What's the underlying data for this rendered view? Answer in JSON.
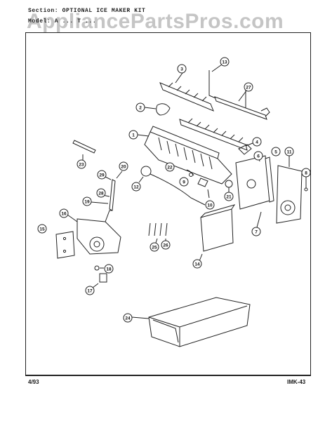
{
  "header": {
    "section_line": "Section:  OPTIONAL  ICE  MAKER  KIT",
    "model_line": "Model:  A  ...  T  ...",
    "watermark": "AppliancePartsPros.com"
  },
  "footer": {
    "date": "4/93",
    "page_code": "IMK-43"
  },
  "callouts": [
    "3",
    "13",
    "27",
    "2",
    "4",
    "1",
    "6",
    "5",
    "11",
    "8",
    "23",
    "22",
    "29",
    "20",
    "12",
    "9",
    "28",
    "21",
    "10",
    "19",
    "16",
    "15",
    "7",
    "25",
    "26",
    "14",
    "18",
    "17",
    "24"
  ]
}
